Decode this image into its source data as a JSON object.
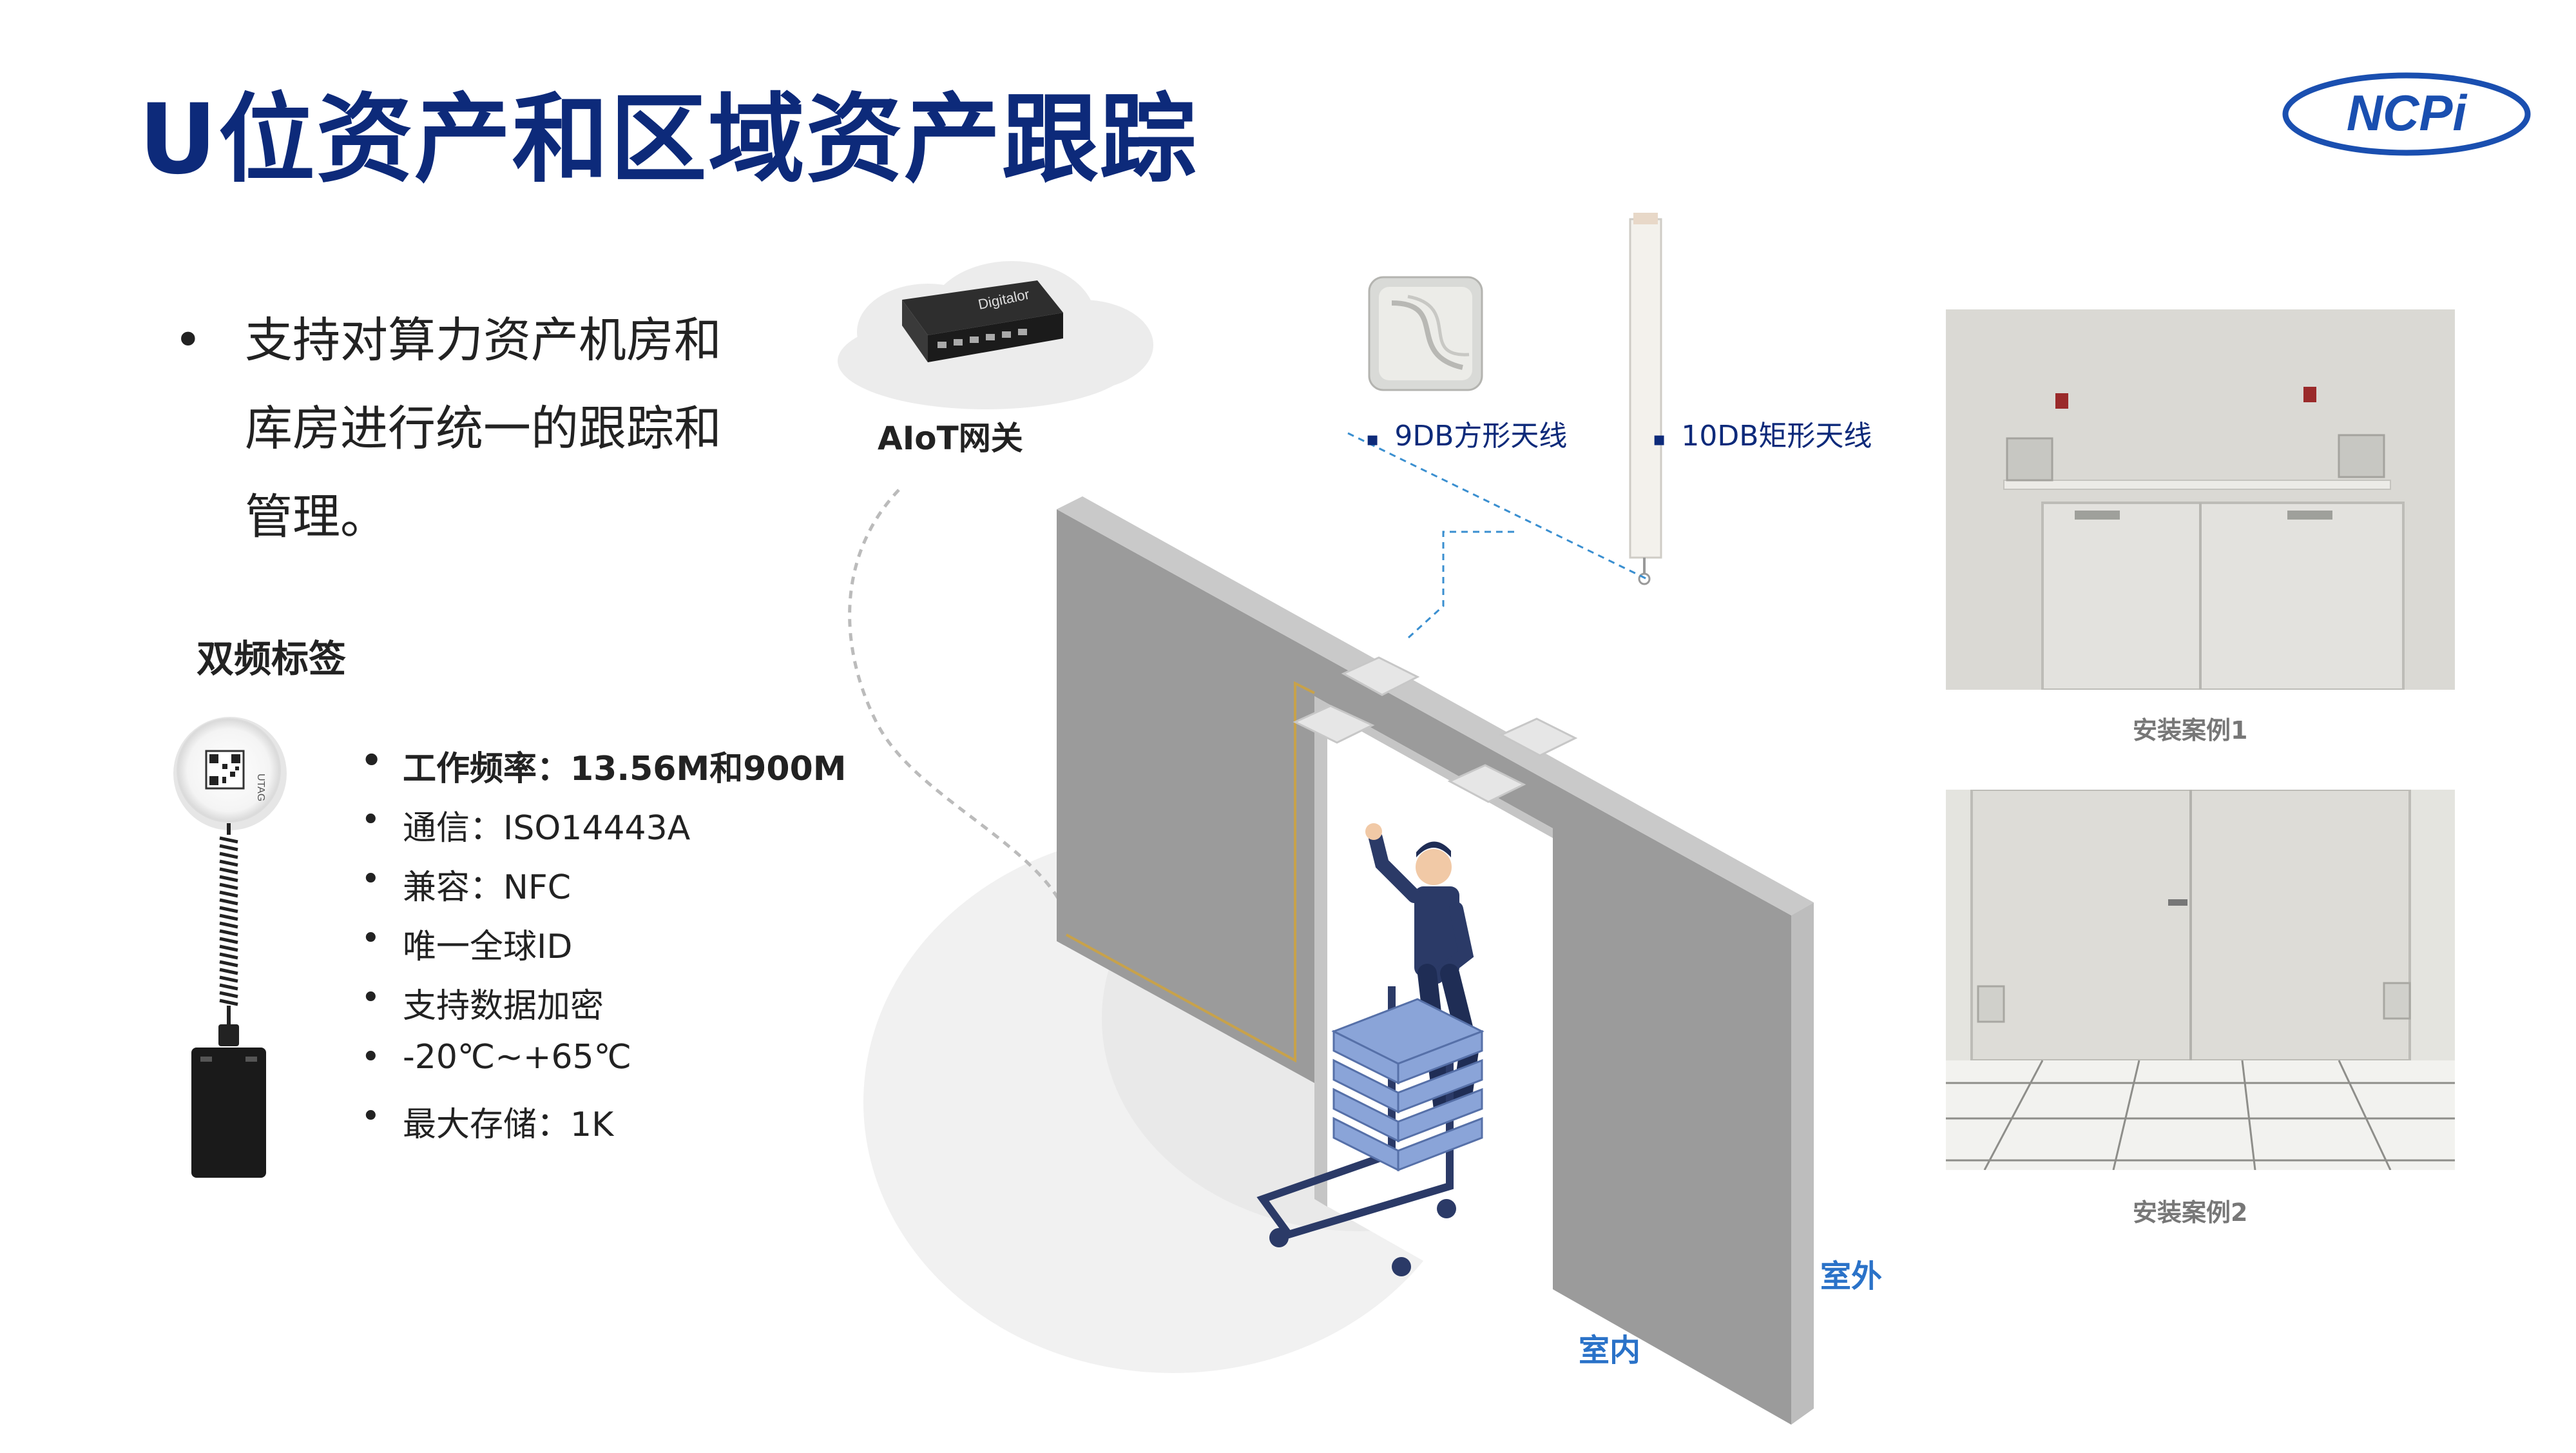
{
  "title": "U位资产和区域资产跟踪",
  "logo_text": "NCPi",
  "main_bullet": {
    "marker": "•",
    "lines": [
      "支持对算力资产机房和",
      "库房进行统一的跟踪和",
      "管理。"
    ]
  },
  "tag_section": {
    "heading": "双频标签",
    "illustration_label": "UTAG"
  },
  "specs": [
    {
      "marker": "•",
      "text": "工作频率：13.56M和900M",
      "bold": true
    },
    {
      "marker": "•",
      "text": "通信：ISO14443A"
    },
    {
      "marker": "•",
      "text": "兼容：NFC"
    },
    {
      "marker": "•",
      "text": "唯一全球ID"
    },
    {
      "marker": "•",
      "text": "支持数据加密"
    },
    {
      "marker": "•",
      "text": "-20℃~+65℃"
    },
    {
      "marker": "•",
      "text": "最大存储：1K"
    }
  ],
  "scene": {
    "gateway_label": "AIoT网关",
    "gateway_brand": "Digitalor",
    "antenna_square": {
      "marker": "▪",
      "label": "9DB方形天线"
    },
    "antenna_rect": {
      "marker": "▪",
      "label": "10DB矩形天线"
    },
    "indoor_label": "室内",
    "outdoor_label": "室外"
  },
  "cases": [
    {
      "caption": "安装案例1"
    },
    {
      "caption": "安装案例2"
    }
  ],
  "colors": {
    "title": "#0d2a7a",
    "room_label": "#2a72c8",
    "wall": "#9b9b9b",
    "accent_line": "#c8a24a"
  }
}
